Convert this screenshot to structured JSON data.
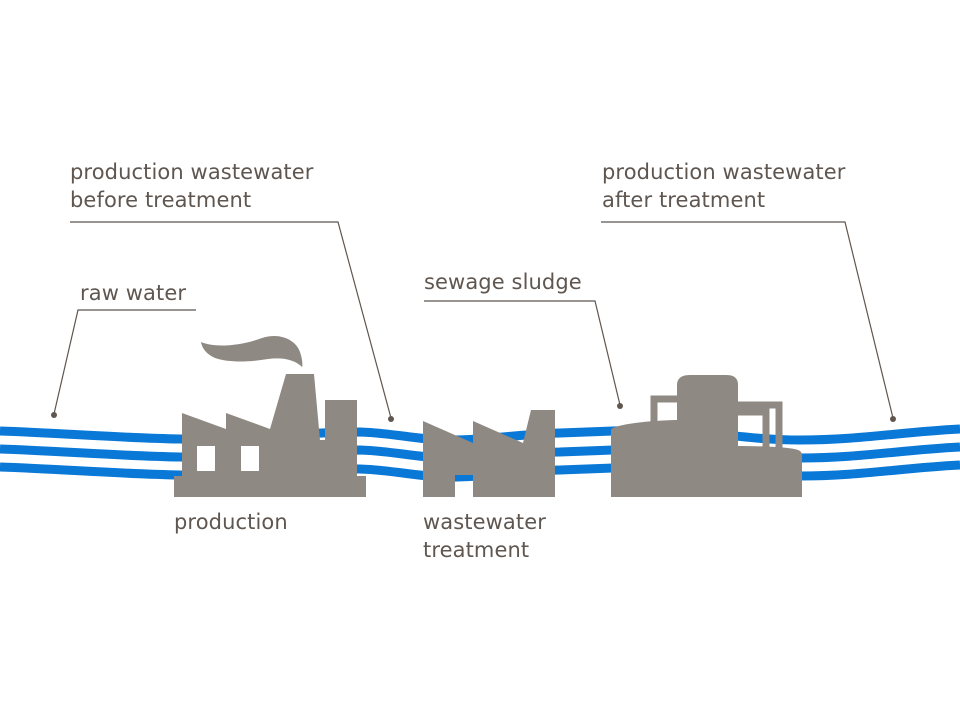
{
  "diagram": {
    "title": "",
    "colors": {
      "water": "#0a78d6",
      "building": "#8f8983",
      "text": "#5f564f",
      "leader": "#5f564f",
      "background": "#ffffff"
    },
    "stages": [
      {
        "id": "production",
        "label_lines": [
          "production"
        ],
        "icon": "factory-icon"
      },
      {
        "id": "wastewater-treatment",
        "label_lines": [
          "wastewater",
          "treatment"
        ],
        "icon": "treatment-plant-icon"
      },
      {
        "id": "sludge-plant",
        "label_lines": [],
        "icon": "sludge-digester-icon"
      }
    ],
    "callouts": [
      {
        "id": "raw-water",
        "label_lines": [
          "raw water"
        ]
      },
      {
        "id": "before-treatment",
        "label_lines": [
          "production wastewater",
          "before treatment"
        ]
      },
      {
        "id": "sewage-sludge",
        "label_lines": [
          "sewage sludge"
        ]
      },
      {
        "id": "after-treatment",
        "label_lines": [
          "production wastewater",
          "after treatment"
        ]
      }
    ],
    "flow": {
      "name": "water-stream",
      "lines": 3
    }
  }
}
